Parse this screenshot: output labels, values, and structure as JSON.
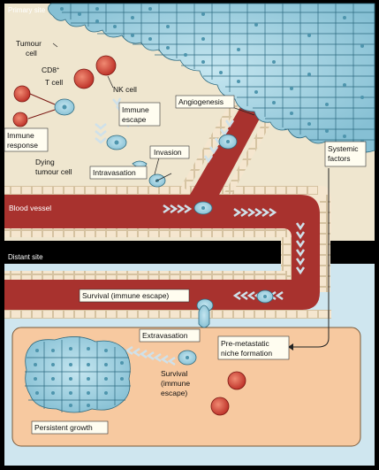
{
  "colors": {
    "primary_bg": "#efe6cf",
    "secondary_bg": "#cfe6ef",
    "niche_bg": "#f7c9a0",
    "vessel": "#a8322e",
    "vessel_wall": "#f5e6cf",
    "tumour_cell": "#9fd0e0",
    "tumour_nucleus": "#4e95ad",
    "immune_cell": "#c8352f",
    "arrow": "#cfe1ea"
  },
  "labels": {
    "primary_site": "Primary site",
    "secondary_site": "Distant site",
    "tumour_cell": [
      "Tumour",
      "cell"
    ],
    "cd8": [
      "CD8",
      "+",
      "T cell"
    ],
    "nk_cell": "NK cell",
    "immune_response": [
      "Immune",
      "response"
    ],
    "immune_escape": [
      "Immune",
      "escape"
    ],
    "dying_tumour_cell": [
      "Dying",
      "tumour cell"
    ],
    "angiogenesis": "Angiogenesis",
    "invasion": "Invasion",
    "intravasation": "Intravasation",
    "systemic_factors": [
      "Systemic",
      "factors"
    ],
    "blood_vessel": "Blood vessel",
    "survival_immune_escape": "Survival (immune escape)",
    "extravasation": "Extravasation",
    "pre_metastatic": [
      "Pre-metastatic",
      "niche formation"
    ],
    "survival_escape_2": [
      "Survival",
      "(immune",
      "escape)"
    ],
    "persistent_growth": "Persistent growth"
  }
}
